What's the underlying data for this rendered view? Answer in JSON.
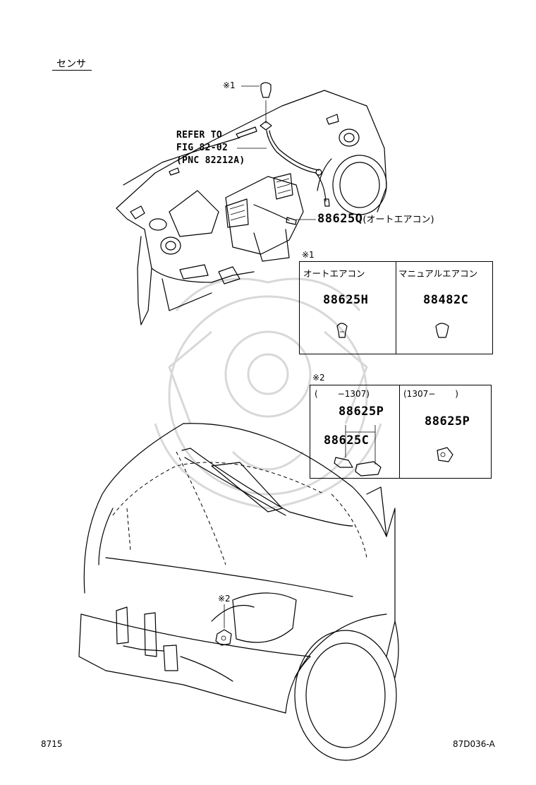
{
  "section_title": "センサ",
  "refer": {
    "line1": "REFER TO",
    "line2": "FIG 82-02",
    "line3": "(PNC 82212A)"
  },
  "note1_mark": "※1",
  "note2_mark": "※2",
  "callout_main": {
    "part": "88625Q",
    "suffix": "(オートエアコン)"
  },
  "table1": {
    "mark": "※1",
    "col1_header": "オートエアコン",
    "col1_part": "88625H",
    "col2_header": "マニュアルエアコン",
    "col2_part": "88482C"
  },
  "table2": {
    "mark": "※2",
    "col1_header_open": "(",
    "col1_header_range": "−1307)",
    "col1_part_top": "88625P",
    "col1_part_sub": "88625C",
    "col2_header": "(1307−",
    "col2_header_close": ")",
    "col2_part": "88625P"
  },
  "footer": {
    "left": "8715",
    "right": "87D036-A"
  }
}
